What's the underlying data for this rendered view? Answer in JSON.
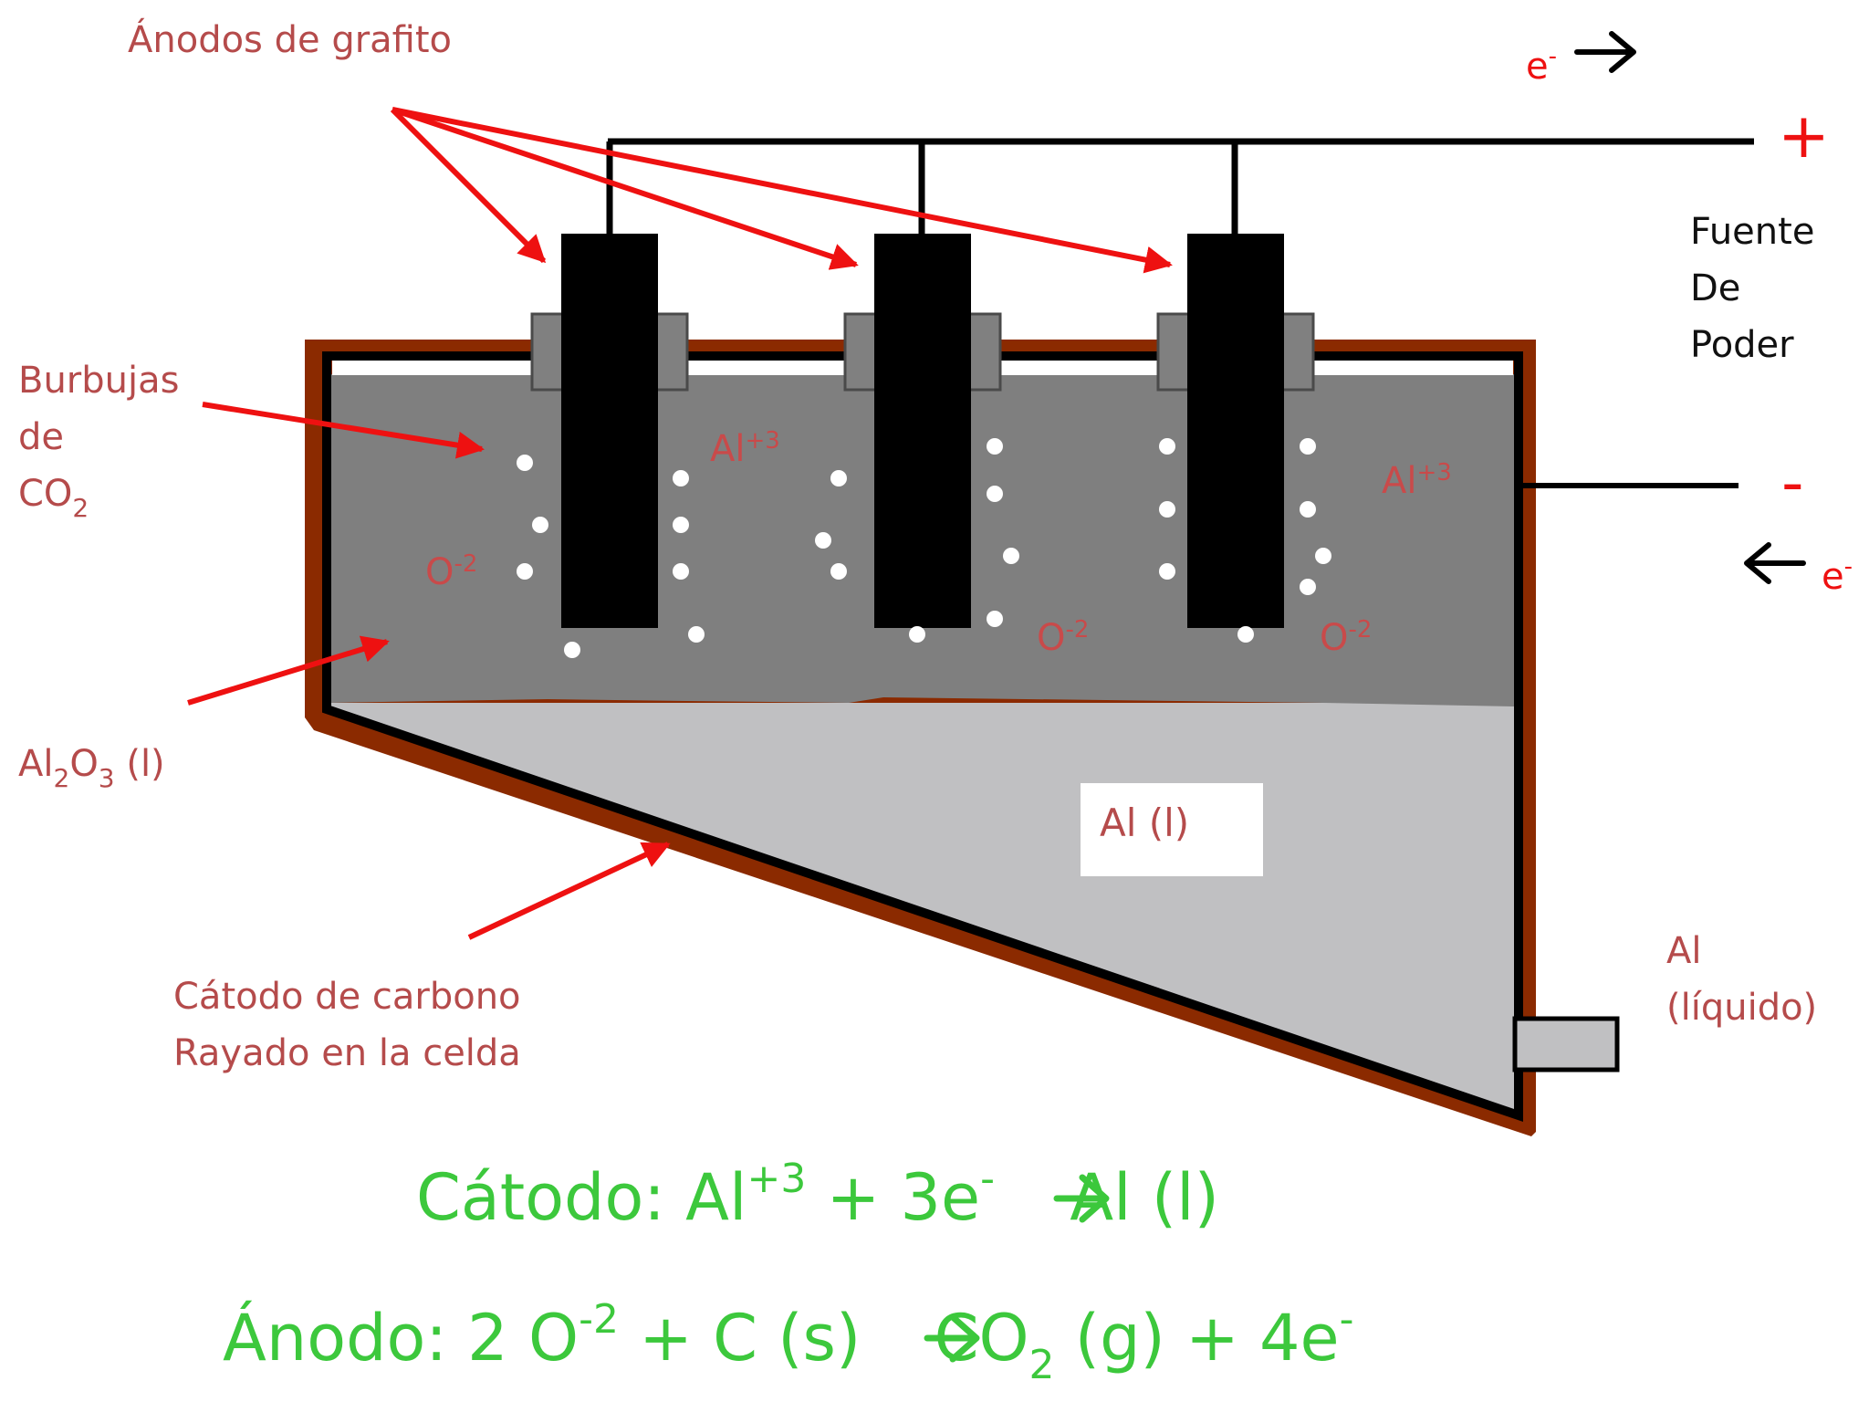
{
  "labels": {
    "anodes": "Ánodos de grafito",
    "bubbles_line1": "Burbujas",
    "bubbles_line2": "de",
    "bubbles_co": "CO",
    "bubbles_sub": "2",
    "electrolyte_al": "Al",
    "electrolyte_sub2": "2",
    "electrolyte_o": "O",
    "electrolyte_sub3": "3",
    "electrolyte_state": " (l)",
    "cathode_line1": "Cátodo de carbono",
    "cathode_line2": "Rayado en la celda",
    "liquid_al": "Al (l)",
    "tap_line1": "Al",
    "tap_line2": "(líquido)",
    "power_line1": "Fuente",
    "power_line2": "De",
    "power_line3": "Poder",
    "plus": "+",
    "minus": "-",
    "electron_top": "e",
    "electron_bottom": "e",
    "electron_sup": "-"
  },
  "ions": {
    "al_base": "Al",
    "al_charge": "+3",
    "o_base": "O",
    "o_charge": "-2"
  },
  "equations": {
    "cathode_head": "Cátodo:  Al",
    "cathode_charge": "+3",
    "cathode_mid": "  +   3e",
    "cathode_e_sup": "-",
    "cathode_tail": "  Al (l)",
    "anode_head": "Ánodo:  2 O",
    "anode_charge": "-2",
    "anode_mid": "  +   C (s)",
    "anode_co": "  CO",
    "anode_co_sub": "2",
    "anode_gas": " (g)   +  4e",
    "anode_e_sup": "-"
  },
  "colors": {
    "cell_wall": "#8b2a00",
    "electrolyte": "#7f7f7f",
    "molten_al": "#c0c0c2",
    "anode": "#000000",
    "anode_collar": "#808080",
    "arrow": "#ee1111",
    "label_red": "#b54b4b",
    "equation_green": "#3cc83c"
  },
  "icons": {
    "pointer_arrow": "red-arrow",
    "electron_flow": "chevron-arrow",
    "bubble": "white-dot"
  }
}
